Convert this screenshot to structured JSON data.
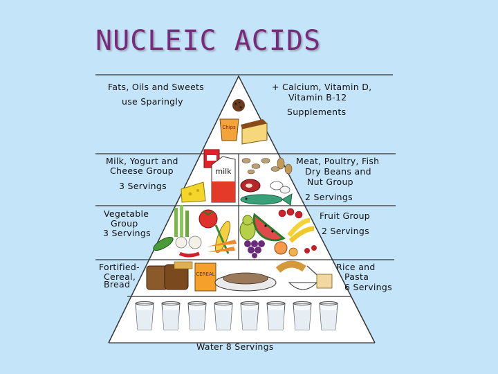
{
  "title": "NUCLEIC ACIDS",
  "pyramid": {
    "tiers": {
      "fats": {
        "name": "Fats, Oils and Sweets",
        "note": "use Sparingly"
      },
      "supplements": {
        "line1": "+ Calcium, Vitamin D,",
        "line2": "Vitamin B-12",
        "label": "Supplements"
      },
      "milk": {
        "line1": "Milk, Yogurt and",
        "line2": "Cheese Group",
        "servings": "3 Servings"
      },
      "meat": {
        "line1": "Meat, Poultry, Fish",
        "line2": "Dry Beans and",
        "line3": "Nut Group",
        "servings": "2 Servings"
      },
      "vegetable": {
        "line1": "Vegetable",
        "line2": "Group",
        "servings": "3 Servings"
      },
      "fruit": {
        "name": "Fruit Group",
        "servings": "2 Servings"
      },
      "grains_left": {
        "line1": "Fortified-",
        "line2": "Cereal,",
        "line3": "Bread"
      },
      "grains_right": {
        "line1": "Rice and",
        "line2": "Pasta",
        "servings": "6 Servings"
      },
      "water": {
        "label": "Water  8 Servings"
      }
    },
    "food_labels": {
      "chips": "Chips",
      "milk_carton": "milk",
      "cereal_box": "CEREAL"
    }
  },
  "colors": {
    "background": "#c4e4f9",
    "title": "#7a2a7a"
  }
}
